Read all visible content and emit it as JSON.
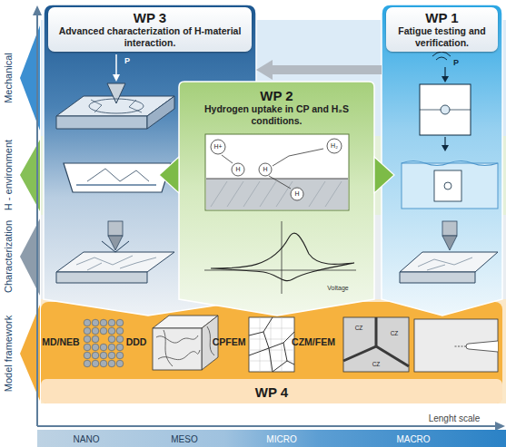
{
  "diagram": {
    "nodes": [
      {
        "text": [
          "WP 3",
          "Advanced characterization of H-material interaction."
        ]
      },
      {
        "text": [
          "WP 1",
          "Fatigue testing and verification."
        ]
      },
      {
        "text": [
          "WP 2",
          "Hydrogen uptake in CP and H₂S conditions."
        ]
      },
      {
        "text": [
          "WP 4"
        ]
      }
    ],
    "edges": [
      {
        "from": 1,
        "to": 0,
        "arrow": "to"
      },
      {
        "from": 2,
        "to": 0,
        "arrow": "to"
      },
      {
        "from": 2,
        "to": 1,
        "arrow": "to"
      }
    ],
    "labels": [
      "Mechanical",
      "H - environment",
      "Characterization",
      "Model framework",
      "P",
      "P",
      "H+",
      "H",
      "H",
      "H",
      "H₂",
      "Voltage",
      "MD/NEB",
      "DDD",
      "CPFEM",
      "CZM/FEM",
      "CZ",
      "CZ",
      "CZ",
      "Lenght scale",
      "NANO",
      "MESO",
      "MICRO",
      "MACRO"
    ]
  }
}
